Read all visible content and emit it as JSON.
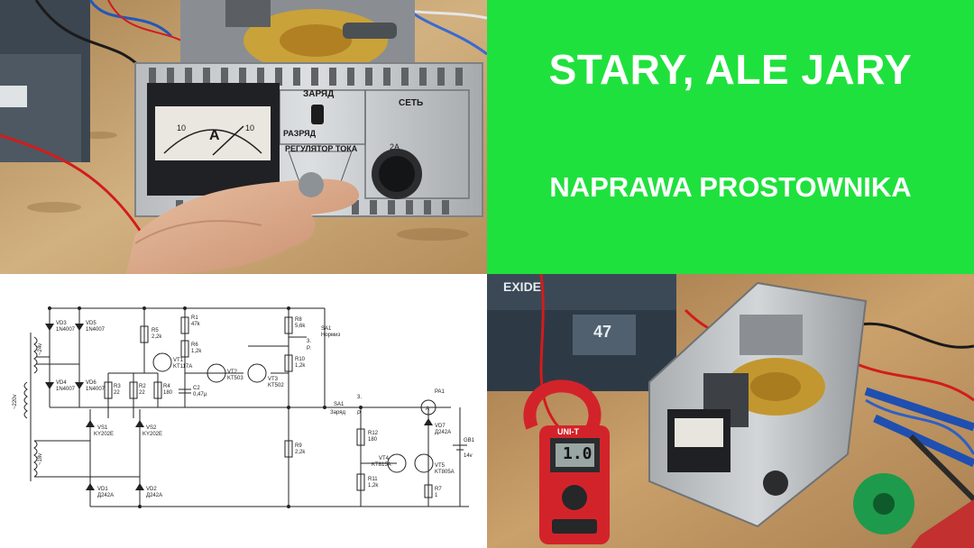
{
  "title": {
    "main": "STARY, ALE JARY",
    "sub": "NAPRAWA PROSTOWNIKA"
  },
  "colors": {
    "title_background": "#1fe13d",
    "title_text": "#ffffff"
  },
  "charger_panel": {
    "label_charge": "ЗАРЯД",
    "label_mains": "СЕТЬ",
    "label_discharge": "РАЗРЯД",
    "label_current_reg": "РЕГУЛЯТОР ТОКА",
    "meter_unit": "A",
    "meter_tick_left": "10",
    "meter_tick_right": "10",
    "fuse_label": "2A"
  },
  "schematic_labels": {
    "vd3": "VD3",
    "vd3v": "1N4007",
    "vd5": "VD5",
    "vd5v": "1N4007",
    "vd4": "VD4",
    "vd4v": "1N4007",
    "vd6": "VD6",
    "vd6v": "1N4007",
    "r1": "R1",
    "r1v": "47k",
    "r5": "R5",
    "r5v": "2,2k",
    "r6": "R6",
    "r6v": "1,2k",
    "r8": "R8",
    "r8v": "5,6k",
    "r10": "R10",
    "r10v": "1,2k",
    "r3": "R3",
    "r3v": "22",
    "r2": "R2",
    "r2v": "22",
    "r4": "R4",
    "r4v": "180",
    "c2": "C2",
    "c2v": "0,47µ",
    "vt1": "VT1",
    "vt1v": "KT117A",
    "vt2": "VT2",
    "vt2v": "KT503",
    "vt3": "VT3",
    "vt3v": "KT502",
    "sa1": "SA1",
    "sa1v": "Нормиз",
    "sa1b": "SA1",
    "sa1bv": "Заряд",
    "p1": "3.",
    "p2": "P.",
    "p3": "3.",
    "p4": "P.",
    "pa1": "PA1",
    "pa1v": "A",
    "vd7": "VD7",
    "vd7v": "Д242A",
    "gb1": "GB1",
    "gb1v": "14v",
    "vs1": "VS1",
    "vs1v": "KY202E",
    "vs2": "VS2",
    "vs2v": "KY202E",
    "r9": "R9",
    "r9v": "2,2k",
    "r12": "R12",
    "r12v": "180",
    "r11": "R11",
    "r11v": "1,2k",
    "vt4": "VT4",
    "vt4v": "KT815A",
    "vt5": "VT5",
    "vt5v": "KT805A",
    "r7": "R7",
    "r7v": "1",
    "vd1": "VD1",
    "vd1v": "Д242A",
    "vd2": "VD2",
    "vd2v": "Д242A",
    "v24": "~24v",
    "v220": "~220v",
    "v18": "~18v"
  },
  "repair_panel": {
    "battery_brand": "EXIDE",
    "battery_capacity": "47",
    "meter_reading": "1.0",
    "meter_brand": "UNI-T"
  }
}
